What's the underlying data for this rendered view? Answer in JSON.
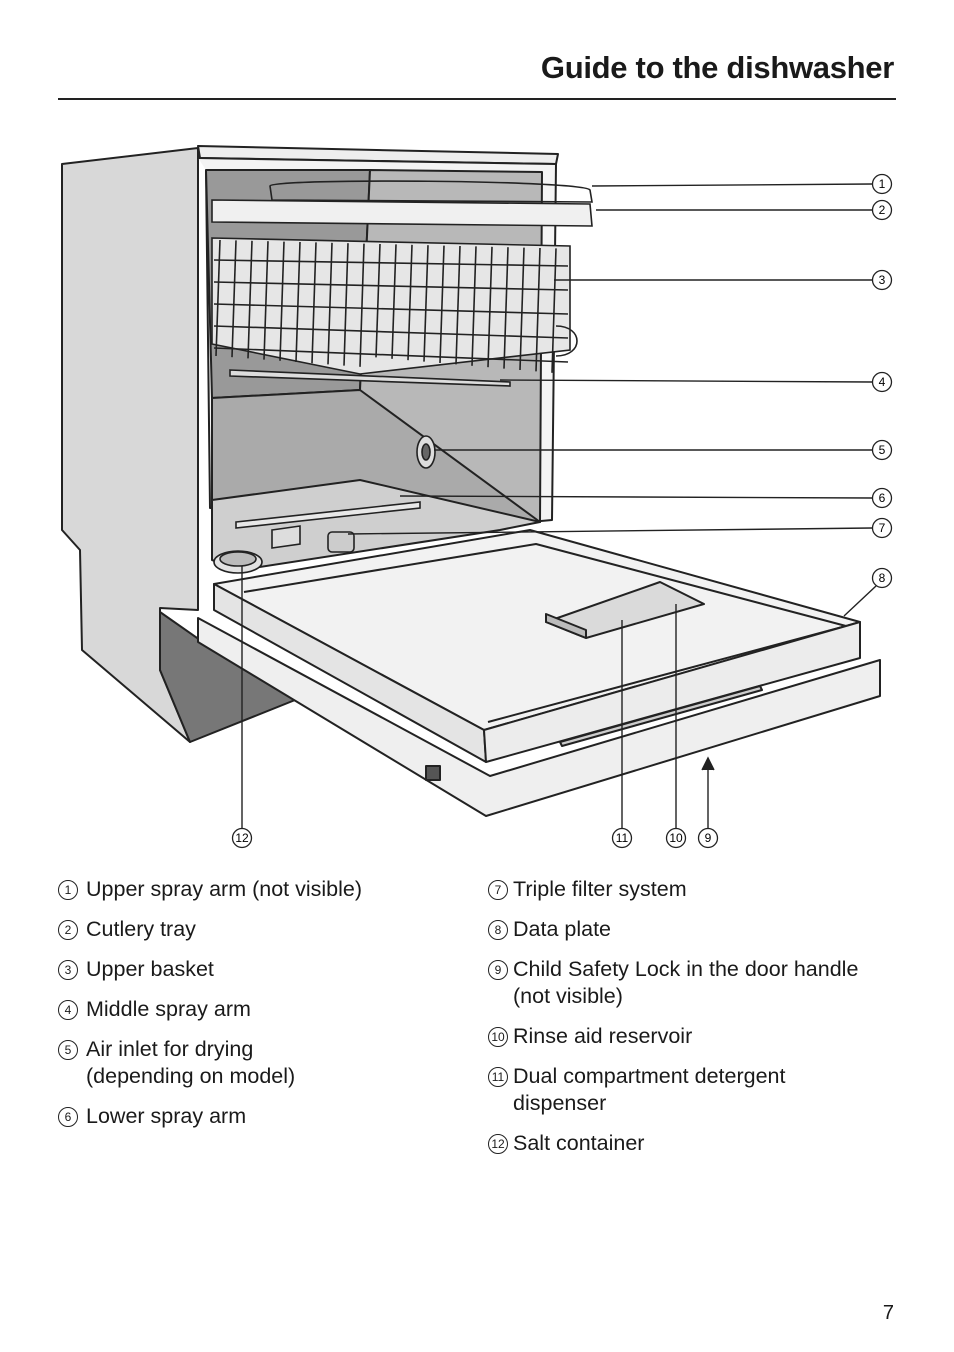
{
  "page": {
    "title": "Guide to the dishwasher",
    "page_number": "7"
  },
  "callouts": [
    "1",
    "2",
    "3",
    "4",
    "5",
    "6",
    "7",
    "8",
    "9",
    "10",
    "11",
    "12"
  ],
  "legend_left": [
    {
      "num": "1",
      "text": "Upper spray arm (not visible)"
    },
    {
      "num": "2",
      "text": "Cutlery tray"
    },
    {
      "num": "3",
      "text": "Upper basket"
    },
    {
      "num": "4",
      "text": "Middle spray arm"
    },
    {
      "num": "5",
      "text": "Air inlet for drying\n(depending on model)"
    },
    {
      "num": "6",
      "text": "Lower spray arm"
    }
  ],
  "legend_right": [
    {
      "num": "7",
      "text": "Triple filter system"
    },
    {
      "num": "8",
      "text": "Data plate"
    },
    {
      "num": "9",
      "text": "Child Safety Lock in the door handle\n(not visible)"
    },
    {
      "num": "10",
      "text": "Rinse aid reservoir"
    },
    {
      "num": "11",
      "text": "Dual compartment detergent\ndispenser"
    },
    {
      "num": "12",
      "text": "Salt container"
    }
  ]
}
